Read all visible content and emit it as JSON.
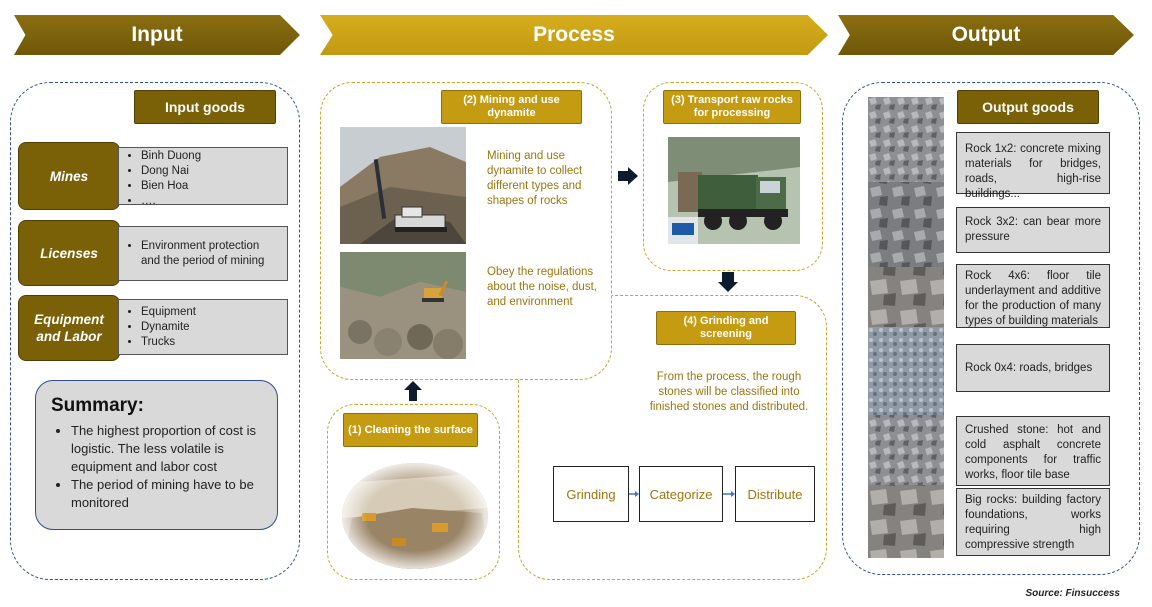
{
  "headers": {
    "input": "Input",
    "process": "Process",
    "output": "Output"
  },
  "input": {
    "title": "Input goods",
    "groups": [
      {
        "label": "Mines",
        "items": [
          "Binh Duong",
          "Dong Nai",
          "Bien Hoa",
          "…."
        ]
      },
      {
        "label": "Licenses",
        "items": [
          "Environment protection and the period of mining"
        ]
      },
      {
        "label": "Equipment and Labor",
        "items": [
          "Equipment",
          "Dynamite",
          "Trucks"
        ]
      }
    ],
    "summary": {
      "title": "Summary:",
      "points": [
        "The highest proportion of cost is logistic. The less volatile is equipment and labor cost",
        "The period of mining have to be monitored"
      ]
    }
  },
  "process": {
    "step1": {
      "title": "(1) Cleaning the surface"
    },
    "step2": {
      "title": "(2) Mining and use dynamite",
      "text1": "Mining and use dynamite to collect different types and shapes of rocks",
      "text2": "Obey the regulations about the noise, dust, and environment"
    },
    "step3": {
      "title": "(3) Transport raw rocks for processing"
    },
    "step4": {
      "title": "(4) Grinding and screening",
      "text": "From the process, the rough stones will be classified into finished stones and distributed.",
      "flow": [
        "Grinding",
        "Categorize",
        "Distribute"
      ]
    }
  },
  "output": {
    "title": "Output goods",
    "items": [
      "Rock 1x2: concrete mixing materials for bridges, roads, high-rise buildings...",
      "Rock 3x2: can bear more pressure",
      "Rock 4x6: floor tile underlayment and additive for the production of many types of building materials",
      "Rock 0x4: roads, bridges",
      "Crushed stone: hot and cold asphalt concrete components for traffic works, floor tile base",
      "Big rocks: building factory foundations, works requiring high compressive strength"
    ]
  },
  "source": "Source: Finsuccess",
  "colors": {
    "dark_gold": "#7a6108",
    "gold": "#c59b12",
    "blue_dash": "#2e4f93",
    "gold_text": "#9a7510"
  }
}
